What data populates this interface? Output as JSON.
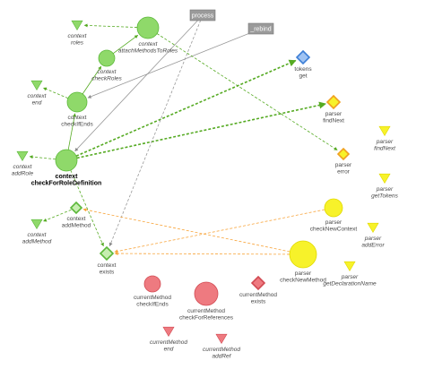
{
  "colors": {
    "green": "#8fd96a",
    "green_stroke": "#5cb83a",
    "green_edge": "#55aa22",
    "light_green": "#c6eeb0",
    "red": "#ee7a80",
    "red_stroke": "#d24b53",
    "yellow": "#f7f22a",
    "yellow_stroke": "#e0d800",
    "orange_edge": "#f8a53c",
    "blue": "#9fc3f3",
    "blue_stroke": "#3d7fd6",
    "gray_tag": "#9a9a9a",
    "gray_edge": "#999999"
  },
  "nodes": [
    {
      "id": "context_roles",
      "lines": [
        "context",
        "roles"
      ],
      "shape": "triangle",
      "italic": true,
      "color": "green"
    },
    {
      "id": "context_attach",
      "lines": [
        "context",
        "attachMethodsToRoles"
      ],
      "shape": "circle",
      "italic": true,
      "color": "green"
    },
    {
      "id": "context_checkRoles",
      "lines": [
        "context",
        "checkRoles"
      ],
      "shape": "circle",
      "italic": true,
      "color": "green"
    },
    {
      "id": "context_end",
      "lines": [
        "context",
        "end"
      ],
      "shape": "triangle",
      "italic": true,
      "color": "green"
    },
    {
      "id": "context_checkIfEnds",
      "lines": [
        "context",
        "checkIfEnds"
      ],
      "shape": "circle",
      "italic": false,
      "color": "green"
    },
    {
      "id": "context_addRole",
      "lines": [
        "context",
        "addRole"
      ],
      "shape": "triangle",
      "italic": true,
      "color": "green"
    },
    {
      "id": "context_checkForRoleDefinition",
      "lines": [
        "context",
        "checkForRoleDefinition"
      ],
      "shape": "circle",
      "italic": false,
      "bold": true,
      "color": "green"
    },
    {
      "id": "context_addMethod_tri",
      "lines": [
        "context",
        "addMethod"
      ],
      "shape": "triangle",
      "italic": true,
      "color": "green"
    },
    {
      "id": "context_addMethod",
      "lines": [
        "context",
        "addMethod"
      ],
      "shape": "diamond",
      "italic": false,
      "color": "light_green"
    },
    {
      "id": "context_exists",
      "lines": [
        "context",
        "exists"
      ],
      "shape": "diamond",
      "italic": false,
      "color": "light_green"
    },
    {
      "id": "tokens_get",
      "lines": [
        "tokens",
        "get"
      ],
      "shape": "diamond",
      "italic": false,
      "color": "blue"
    },
    {
      "id": "parser_findNext",
      "lines": [
        "parser",
        "findNext"
      ],
      "shape": "diamond",
      "italic": false,
      "color": "yellow"
    },
    {
      "id": "parser_error",
      "lines": [
        "parser",
        "error"
      ],
      "shape": "diamond",
      "italic": false,
      "color": "yellow"
    },
    {
      "id": "parser_findNext_tri",
      "lines": [
        "parser",
        "findNext"
      ],
      "shape": "triangle",
      "italic": true,
      "color": "yellow"
    },
    {
      "id": "parser_getTokens",
      "lines": [
        "parser",
        "getTokens"
      ],
      "shape": "triangle",
      "italic": true,
      "color": "yellow"
    },
    {
      "id": "parser_checkNewContext",
      "lines": [
        "parser",
        "checkNewContext"
      ],
      "shape": "circle",
      "italic": false,
      "color": "yellow"
    },
    {
      "id": "parser_addError",
      "lines": [
        "parser",
        "addError"
      ],
      "shape": "triangle",
      "italic": true,
      "color": "yellow"
    },
    {
      "id": "parser_checkNewMethod",
      "lines": [
        "parser",
        "checkNewMethod"
      ],
      "shape": "circle",
      "italic": false,
      "color": "yellow"
    },
    {
      "id": "parser_getDeclarationName",
      "lines": [
        "parser",
        "getDeclarationName"
      ],
      "shape": "triangle",
      "italic": true,
      "color": "yellow"
    },
    {
      "id": "currentMethod_checkIfEnds",
      "lines": [
        "currentMethod",
        "checkIfEnds"
      ],
      "shape": "circle",
      "italic": false,
      "color": "red"
    },
    {
      "id": "currentMethod_checkForReferences",
      "lines": [
        "currentMethod",
        "checkForReferences"
      ],
      "shape": "circle",
      "italic": false,
      "color": "red"
    },
    {
      "id": "currentMethod_exists",
      "lines": [
        "currentMethod",
        "exists"
      ],
      "shape": "diamond",
      "italic": false,
      "color": "red"
    },
    {
      "id": "currentMethod_end",
      "lines": [
        "currentMethod",
        "end"
      ],
      "shape": "triangle",
      "italic": true,
      "color": "red"
    },
    {
      "id": "currentMethod_addRef",
      "lines": [
        "currentMethod",
        "addRef"
      ],
      "shape": "triangle",
      "italic": true,
      "color": "red"
    }
  ],
  "tags": [
    {
      "id": "tag_process",
      "label": "process"
    },
    {
      "id": "tag_rebind",
      "label": "_rebind"
    }
  ],
  "edges": [
    {
      "from": "context_checkIfEnds",
      "to": "context_checkRoles",
      "style": "solid",
      "color": "green_edge"
    },
    {
      "from": "context_checkRoles",
      "to": "context_attach",
      "style": "solid",
      "color": "green_edge"
    },
    {
      "from": "context_attach",
      "to": "context_roles",
      "style": "dashed",
      "color": "green_edge"
    },
    {
      "from": "context_checkIfEnds",
      "to": "context_end",
      "style": "dashed",
      "color": "green_edge"
    },
    {
      "from": "context_checkForRoleDefinition",
      "to": "context_checkIfEnds",
      "style": "solid",
      "color": "green_edge"
    },
    {
      "from": "context_checkForRoleDefinition",
      "to": "context_addRole",
      "style": "dashed",
      "color": "green_edge"
    },
    {
      "from": "context_checkForRoleDefinition",
      "to": "tokens_get",
      "style": "dashed",
      "color": "green_edge"
    },
    {
      "from": "context_checkForRoleDefinition",
      "to": "parser_findNext",
      "style": "dashed",
      "color": "green_edge"
    },
    {
      "from": "context_checkForRoleDefinition",
      "to": "context_exists",
      "style": "dashed",
      "color": "green_edge"
    },
    {
      "from": "context_addMethod",
      "to": "context_addMethod_tri",
      "style": "dashed",
      "color": "green_edge"
    },
    {
      "from": "tag_process",
      "to": "context_checkForRoleDefinition",
      "style": "solid",
      "color": "gray_edge"
    },
    {
      "from": "tag_rebind",
      "to": "context_checkIfEnds",
      "style": "solid",
      "color": "gray_edge"
    },
    {
      "from": "tag_process",
      "to": "context_exists",
      "style": "dashed",
      "color": "gray_edge"
    },
    {
      "from": "context_attach",
      "to": "parser_error",
      "style": "dashed",
      "color": "green_edge"
    },
    {
      "from": "parser_checkNewContext",
      "to": "context_exists",
      "style": "dashed",
      "color": "orange_edge"
    },
    {
      "from": "parser_checkNewMethod",
      "to": "context_addMethod",
      "style": "dashed",
      "color": "orange_edge"
    },
    {
      "from": "parser_checkNewMethod",
      "to": "context_exists",
      "style": "dashed",
      "color": "orange_edge"
    }
  ]
}
